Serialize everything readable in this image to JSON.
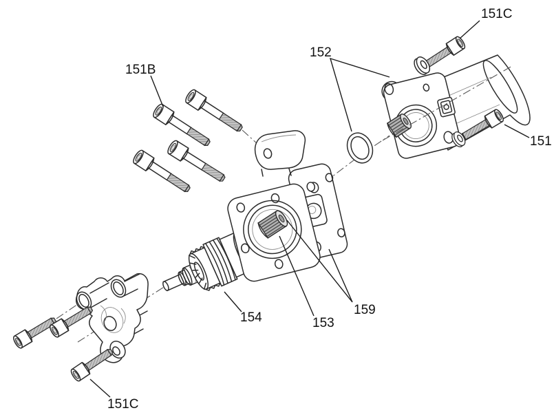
{
  "diagram": {
    "type": "exploded-parts-diagram",
    "subject": "starter-motor-assembly",
    "background_color": "#ffffff",
    "line_color": "#2b2b2b",
    "thread_fill_color": "#c4c4c4",
    "centerline_color": "#5a5a5a",
    "labels": [
      {
        "id": "151B",
        "text": "151B"
      },
      {
        "id": "151C-top",
        "text": "151C"
      },
      {
        "id": "152",
        "text": "152"
      },
      {
        "id": "151",
        "text": "151"
      },
      {
        "id": "154",
        "text": "154"
      },
      {
        "id": "153",
        "text": "153"
      },
      {
        "id": "159",
        "text": "159"
      },
      {
        "id": "151C-bottom",
        "text": "151C"
      }
    ]
  }
}
